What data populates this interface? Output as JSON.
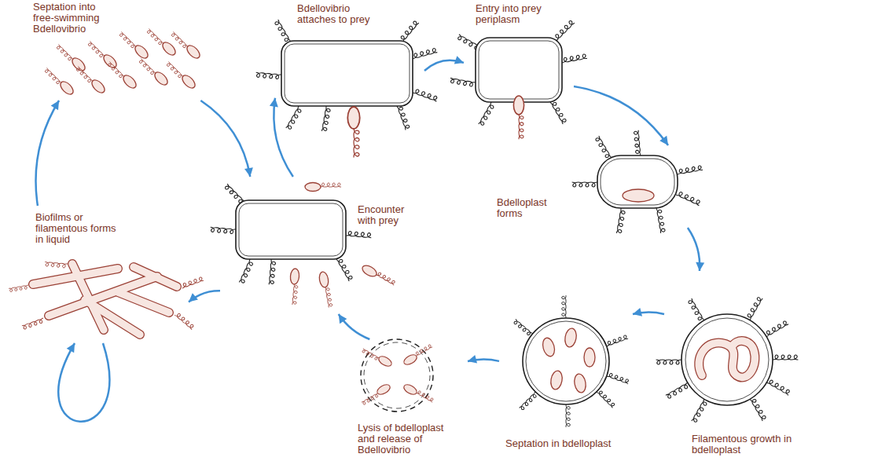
{
  "diagram": {
    "nodes": [
      {
        "text": [
          "Septation into free-swimming Bdellovibrio"
        ]
      },
      {
        "text": [
          "Bdellovibrio attaches to prey"
        ]
      },
      {
        "text": [
          "Entry into prey periplasm"
        ]
      },
      {
        "text": [
          "Encounter with prey"
        ]
      },
      {
        "text": [
          "Bdelloplast forms"
        ]
      },
      {
        "text": [
          "Biofilms or filamentous forms in liquid"
        ]
      },
      {
        "text": [
          "Lysis of bdelloplast and release of Bdellovibrio"
        ]
      },
      {
        "text": [
          "Septation in bdelloplast"
        ]
      },
      {
        "text": [
          "Filamentous growth in bdelloplast"
        ]
      }
    ],
    "edges": [
      {
        "from": 0,
        "to": 3,
        "arrow": "to"
      },
      {
        "from": 3,
        "to": 1,
        "arrow": "to"
      },
      {
        "from": 1,
        "to": 2,
        "arrow": "to"
      },
      {
        "from": 2,
        "to": 4,
        "arrow": "to"
      },
      {
        "from": 4,
        "to": 8,
        "arrow": "to"
      },
      {
        "from": 8,
        "to": 7,
        "arrow": "to"
      },
      {
        "from": 7,
        "to": 6,
        "arrow": "to"
      },
      {
        "from": 6,
        "to": 3,
        "arrow": "to"
      },
      {
        "from": 3,
        "to": 5,
        "arrow": "to"
      },
      {
        "from": 5,
        "to": 0,
        "arrow": "to"
      },
      {
        "from": 5,
        "to": 5,
        "arrow": "to"
      }
    ]
  }
}
